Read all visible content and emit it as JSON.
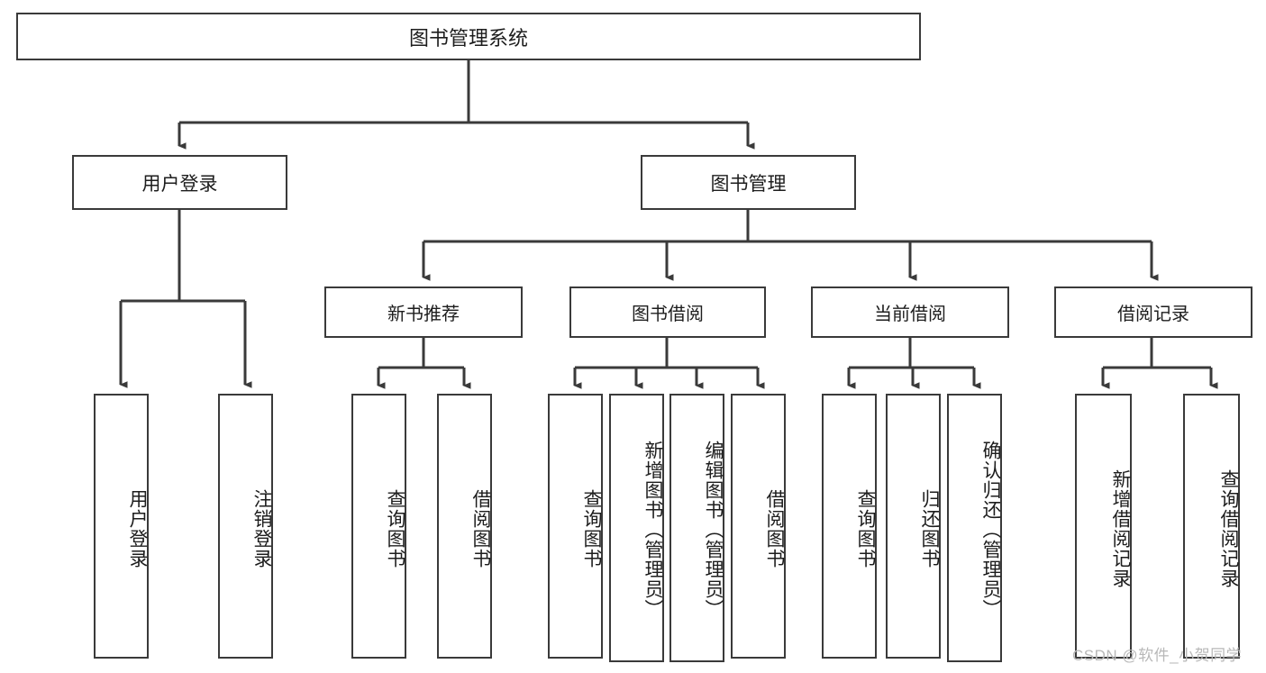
{
  "diagram": {
    "title_node": {
      "label": "图书管理系统"
    },
    "branches": [
      {
        "label": "用户登录",
        "children": [
          {
            "label": "用户登录"
          },
          {
            "label": "注销登录"
          }
        ]
      },
      {
        "label": "图书管理",
        "groups": [
          {
            "label": "新书推荐",
            "children": [
              {
                "label": "查询图书"
              },
              {
                "label": "借阅图书"
              }
            ]
          },
          {
            "label": "图书借阅",
            "children": [
              {
                "label": "查询图书"
              },
              {
                "label": "新增图书（管理员）"
              },
              {
                "label": "编辑图书（管理员）"
              },
              {
                "label": "借阅图书"
              }
            ]
          },
          {
            "label": "当前借阅",
            "children": [
              {
                "label": "查询图书"
              },
              {
                "label": "归还图书"
              },
              {
                "label": "确认归还（管理员）"
              }
            ]
          },
          {
            "label": "借阅记录",
            "children": [
              {
                "label": "新增借阅记录"
              },
              {
                "label": "查询借阅记录"
              }
            ]
          }
        ]
      }
    ]
  },
  "watermark": {
    "text": "CSDN @软件_小贺同学"
  },
  "colors": {
    "stroke": "#3a3a3a",
    "background": "#ffffff",
    "text": "#1d1d1d",
    "watermark": "#b8b8b8"
  }
}
